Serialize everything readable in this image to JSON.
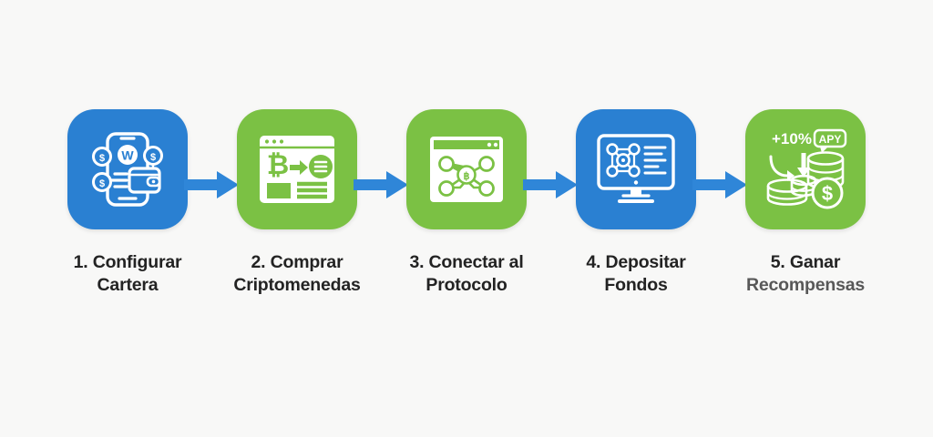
{
  "background_color": "#f8f8f7",
  "palette": {
    "blue": "#2a80d2",
    "green": "#7bc144",
    "arrow_blue": "#2f86d8",
    "label_dark": "#232323",
    "label_muted": "#585858",
    "icon_white": "#ffffff"
  },
  "steps": [
    {
      "number": "1",
      "tile_color": "blue",
      "icon": "phone-wallet-icon",
      "label_lines": [
        "1. Configurar",
        "Cartera"
      ],
      "label_muted": [
        false,
        false
      ],
      "icon_text": {
        "wallet_badge": "W",
        "coin_symbols": [
          "$",
          "$",
          "$"
        ]
      }
    },
    {
      "number": "2",
      "tile_color": "green",
      "icon": "browser-exchange-icon",
      "label_lines": [
        "2. Comprar",
        "Criptomenedas"
      ],
      "label_muted": [
        false,
        false
      ],
      "icon_text": {
        "bitcoin_symbol": "₿"
      }
    },
    {
      "number": "3",
      "tile_color": "green",
      "icon": "browser-network-icon",
      "label_lines": [
        "3. Conectar al",
        "Protocolo"
      ],
      "label_muted": [
        false,
        false
      ],
      "icon_text": {
        "hub_symbol": "฿"
      }
    },
    {
      "number": "4",
      "tile_color": "blue",
      "icon": "monitor-network-icon",
      "label_lines": [
        "4. Depositar",
        "Fondos"
      ],
      "label_muted": [
        false,
        false
      ],
      "icon_text": {}
    },
    {
      "number": "5",
      "tile_color": "green",
      "icon": "coins-rewards-icon",
      "label_lines": [
        "5. Ganar",
        "Recompensas"
      ],
      "label_muted": [
        false,
        true
      ],
      "icon_text": {
        "percent": "+10%",
        "badge": "APY",
        "coin_symbol": "$"
      }
    }
  ],
  "arrows": [
    {
      "name": "arrow-1-to-2"
    },
    {
      "name": "arrow-2-to-3"
    },
    {
      "name": "arrow-3-to-4"
    },
    {
      "name": "arrow-4-to-5"
    }
  ]
}
